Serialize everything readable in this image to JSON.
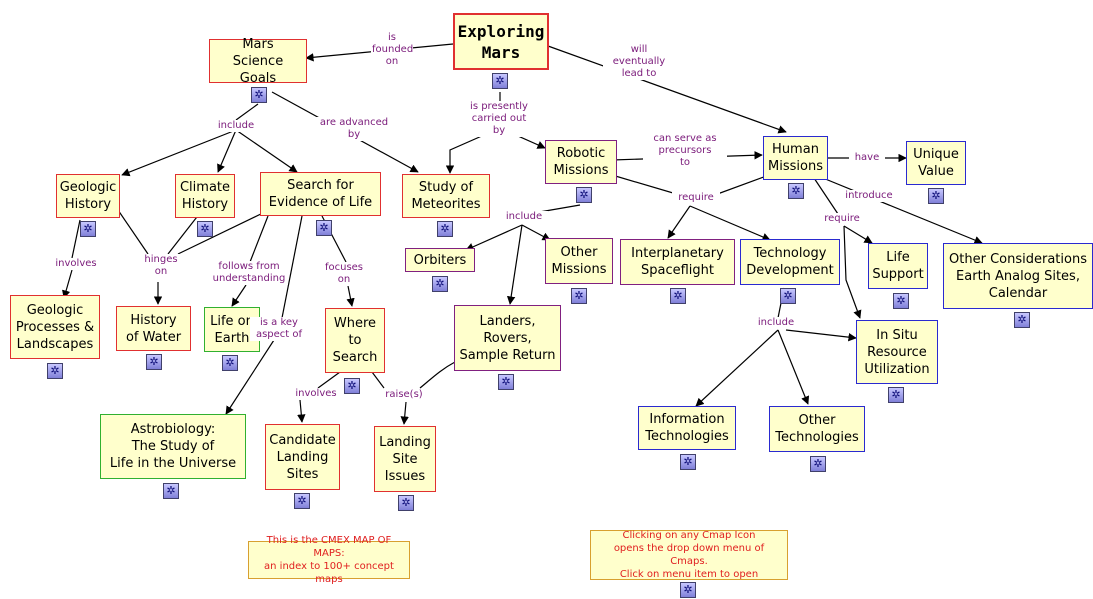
{
  "colors": {
    "red_border": "#e03030",
    "blue_border": "#2a2ad0",
    "green_border": "#30b030",
    "purple_border": "#802080",
    "node_fill": "#ffffcc",
    "link_label": "#7a1a7a",
    "note_text": "#e02020"
  },
  "icon": "cmap-icon",
  "concepts": {
    "exploring_mars": "Exploring\nMars",
    "mars_science_goals": "Mars\nScience Goals",
    "geologic_history": "Geologic\nHistory",
    "climate_history": "Climate\nHistory",
    "search_for_life": "Search for\nEvidence of Life",
    "study_meteorites": "Study of\nMeteorites",
    "robotic_missions": "Robotic\nMissions",
    "human_missions": "Human\nMissions",
    "unique_value": "Unique\nValue",
    "orbiters": "Orbiters",
    "other_missions": "Other\nMissions",
    "interplanetary": "Interplanetary\nSpaceflight",
    "tech_development": "Technology\nDevelopment",
    "life_support": "Life\nSupport",
    "other_considerations": "Other Considerations\nEarth Analog Sites,\nCalendar",
    "geologic_processes": "Geologic\nProcesses &\nLandscapes",
    "history_water": "History\nof Water",
    "life_on_earth": "Life on\nEarth",
    "where_to_search": "Where\nto\nSearch",
    "landers": "Landers,\nRovers,\nSample Return",
    "in_situ": "In Situ\nResource\nUtilization",
    "astrobiology": "Astrobiology:\nThe Study of\nLife in the Universe",
    "candidate_sites": "Candidate\nLanding\nSites",
    "landing_issues": "Landing\nSite\nIssues",
    "info_tech": "Information\nTechnologies",
    "other_tech": "Other\nTechnologies"
  },
  "links": {
    "is_founded_on": "is\nfounded\non",
    "will_eventually": "will\neventually\nlead to",
    "is_presently": "is presently\ncarried out\nby",
    "include_goals": "include",
    "are_advanced_by": "are advanced\nby",
    "can_serve": "can serve as\nprecursors\nto",
    "have": "have",
    "introduce": "introduce",
    "include_robotic": "include",
    "require_robotic": "require",
    "require_human": "require",
    "involves_geo": "involves",
    "hinges_on": "hinges\non",
    "follows_from": "follows from\nunderstanding",
    "focuses_on": "focuses\non",
    "is_key_aspect": "is a key\naspect of",
    "include_tech": "include",
    "involves_where": "involves",
    "raises": "raise(s)"
  },
  "notes": {
    "map_of_maps": "This is the CMEX MAP OF MAPS:\nan index to 100+ concept maps",
    "instructions": "Clicking on any Cmap Icon\nopens the drop down menu of Cmaps.\nClick on menu item to open"
  }
}
